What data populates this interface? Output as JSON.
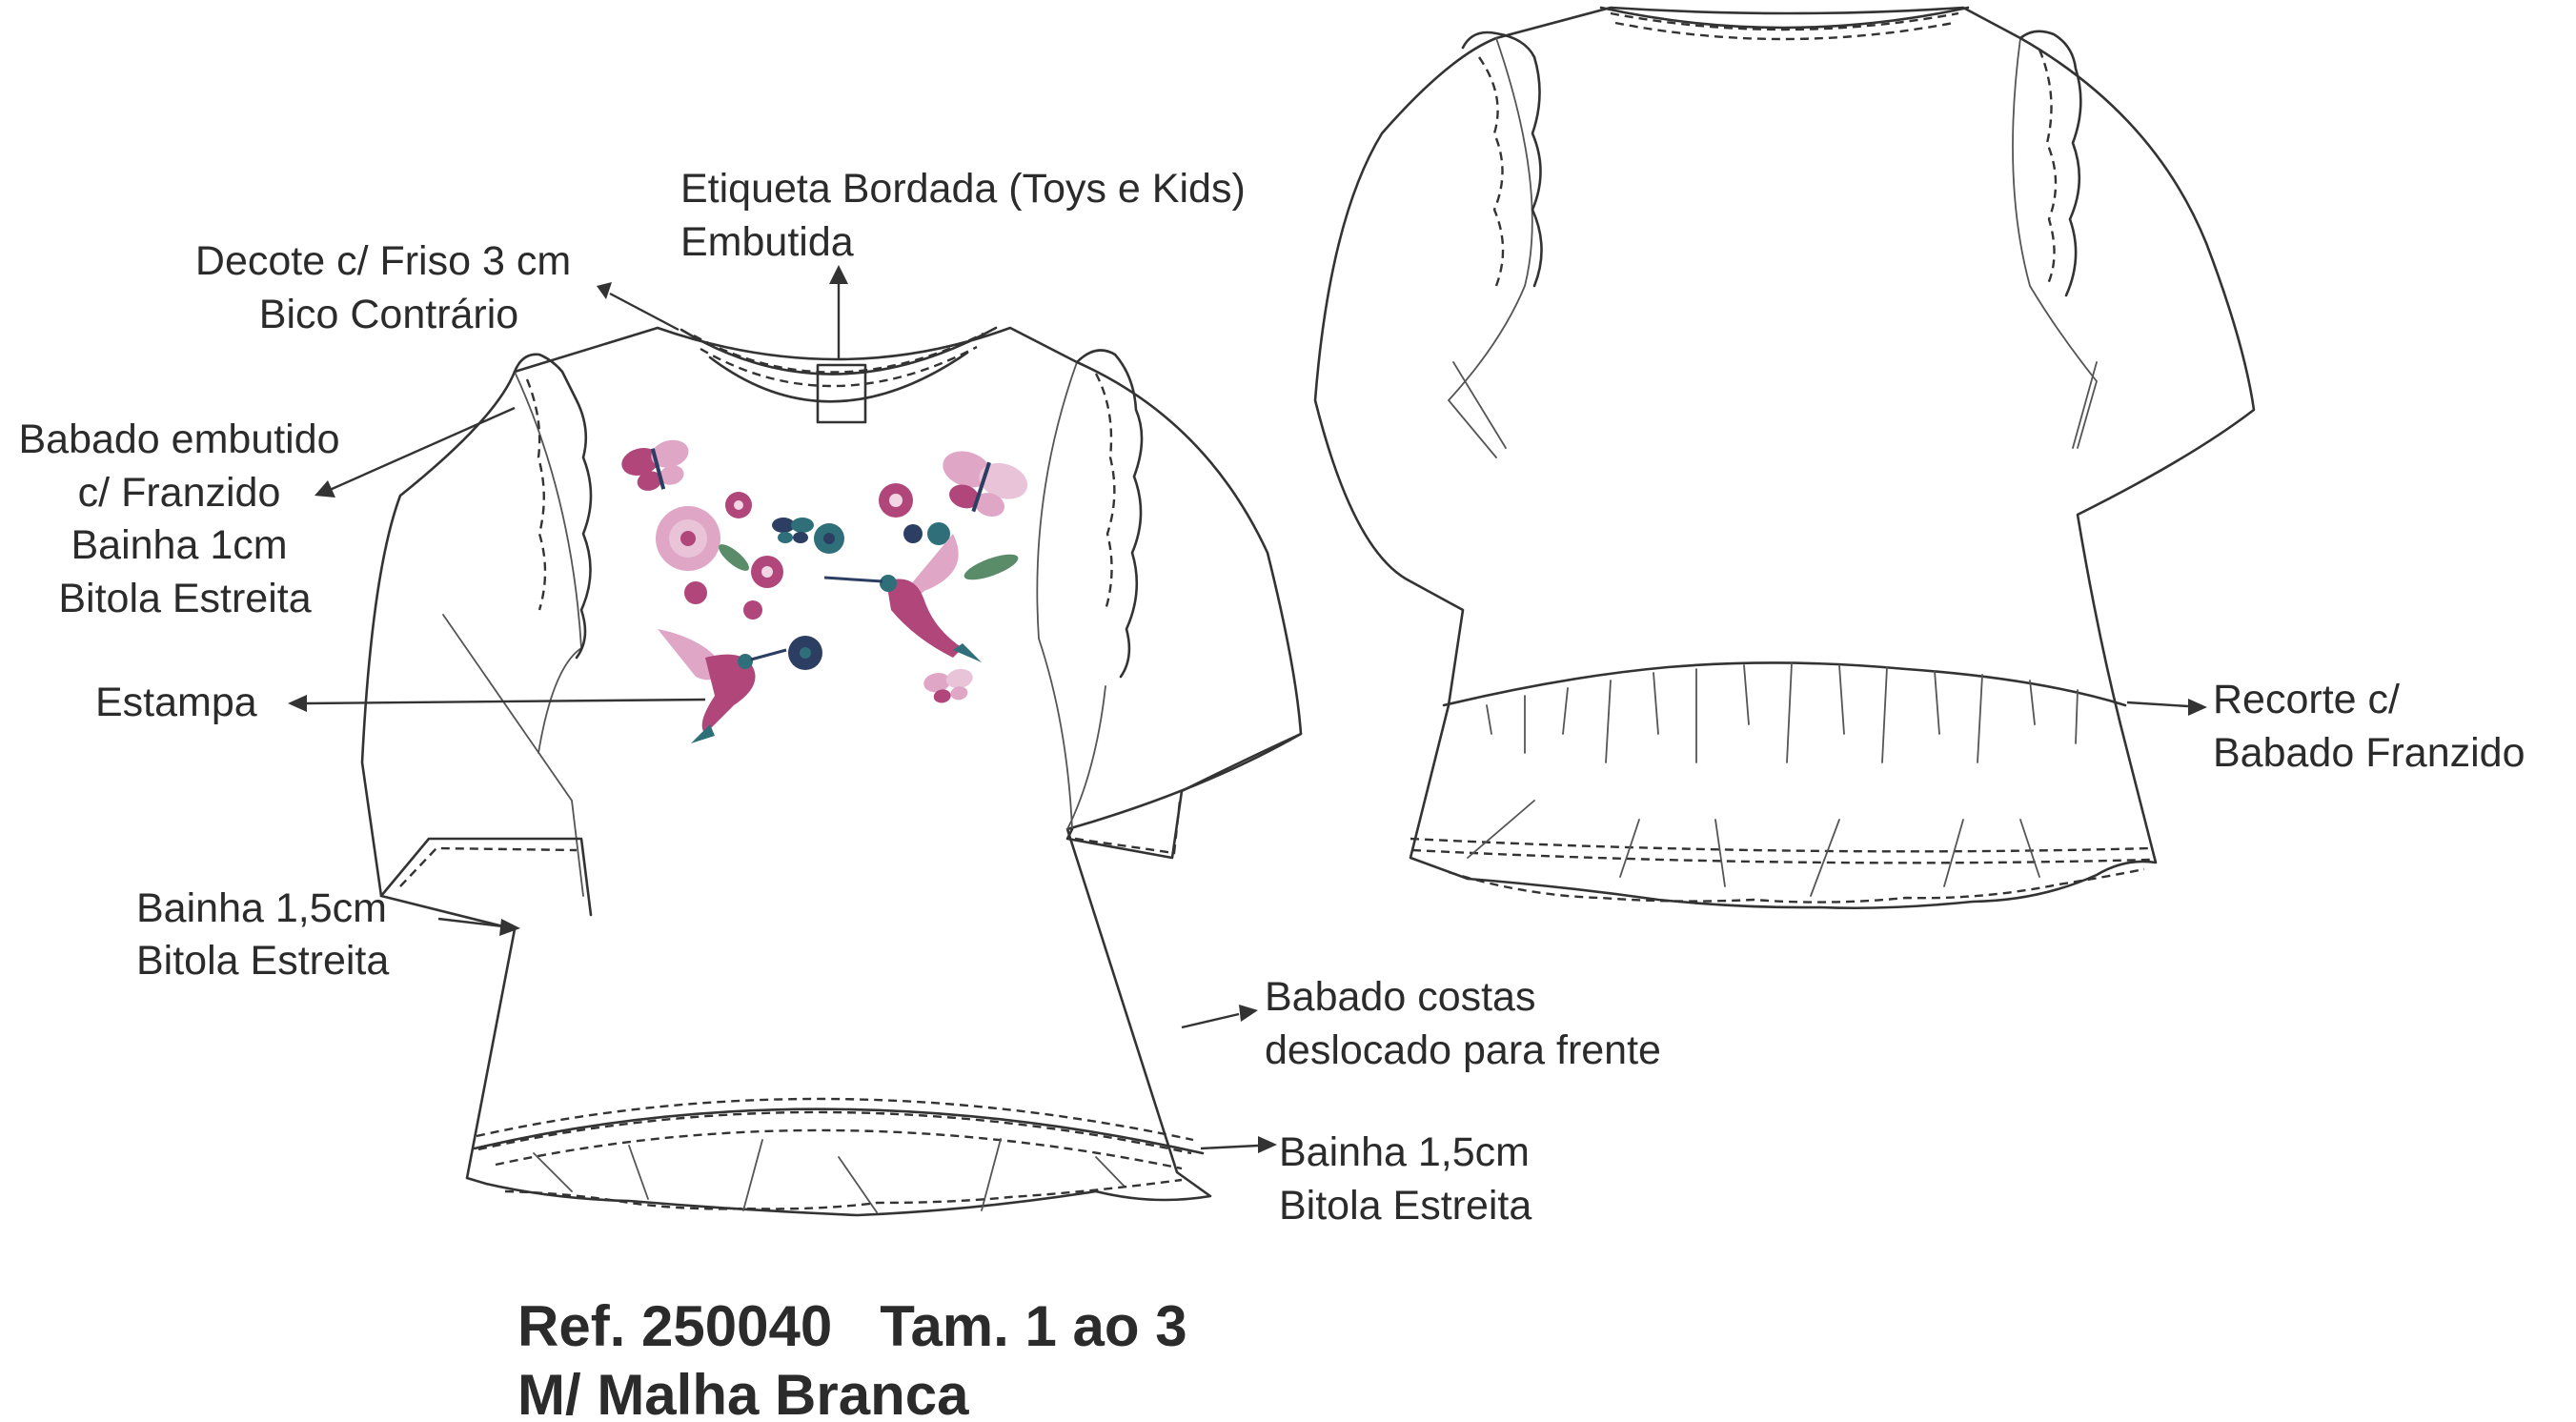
{
  "colors": {
    "line": "#333333",
    "text": "#2b2b2b",
    "print_pink": "#b0467a",
    "print_light_pink": "#dfa6c6",
    "print_teal": "#2f6f7a",
    "print_navy": "#2d3e63",
    "print_green": "#5b8c6a"
  },
  "icons": [
    "butterfly-icon",
    "hummingbird-icon",
    "flower-icon",
    "leaf-icon"
  ],
  "callouts": {
    "etiqueta": [
      "Etiqueta Bordada (Toys e Kids)",
      "Embutida"
    ],
    "decote": [
      "Decote c/ Friso 3 cm",
      "Bico Contrário"
    ],
    "babado_embutido": [
      "Babado embutido",
      "c/ Franzido",
      "Bainha 1cm",
      "Bitola Estreita"
    ],
    "estampa": [
      "Estampa"
    ],
    "bainha_manga": [
      "Bainha 1,5cm",
      "Bitola Estreita"
    ],
    "babado_costas": [
      "Babado costas",
      "deslocado para frente"
    ],
    "bainha_barra": [
      "Bainha 1,5cm",
      "Bitola Estreita"
    ],
    "recorte": [
      "Recorte c/",
      "Babado Franzido"
    ]
  },
  "reference": {
    "line1": "Ref. 250040   Tam. 1 ao 3",
    "line2": "M/ Malha Branca"
  }
}
